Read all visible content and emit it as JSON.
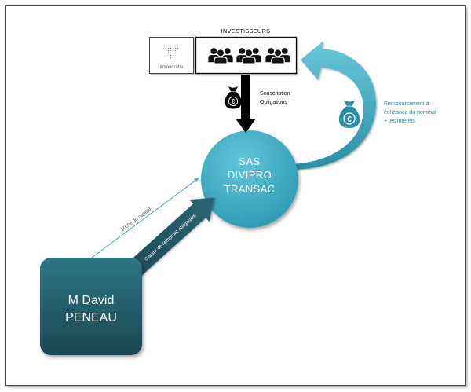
{
  "investors": {
    "title": "INVESTISSEURS",
    "group_icon": "investor-group-icon"
  },
  "platform_logo": {
    "name": "immocratie",
    "mark_icon": "dot-grid-logo-mark"
  },
  "subscription": {
    "label_line1": "Souscription",
    "label_line2": "Obligations",
    "icon": "money-bag-euro-icon",
    "currency_symbol": "€"
  },
  "company": {
    "line1": "SAS",
    "line2": "DIVIPRO",
    "line3": "TRANSAC"
  },
  "repayment": {
    "line1": "Remboursement à",
    "line2": "échéance du nominal",
    "line3": "+ les intérêts",
    "icon": "money-bag-euro-icon",
    "currency_symbol": "€"
  },
  "person": {
    "line1": "M David",
    "line2": "PENEAU"
  },
  "capital_link": {
    "label": "100% du capital"
  },
  "guarantee_link": {
    "label": "Garant de l'emprunt obligataire"
  },
  "colors": {
    "circle_light": "#63c6da",
    "circle_dark": "#2b98b1",
    "curve_light": "#6ac8da",
    "curve_dark": "#2a8ea6",
    "person_box_top": "#2f7585",
    "person_box_bottom": "#1b4652",
    "repayment_text": "#2e8aa3",
    "repayment_icon": "#2f8ea6",
    "subscription_arrow": "#000000",
    "capital_line": "#4aa6bd"
  }
}
